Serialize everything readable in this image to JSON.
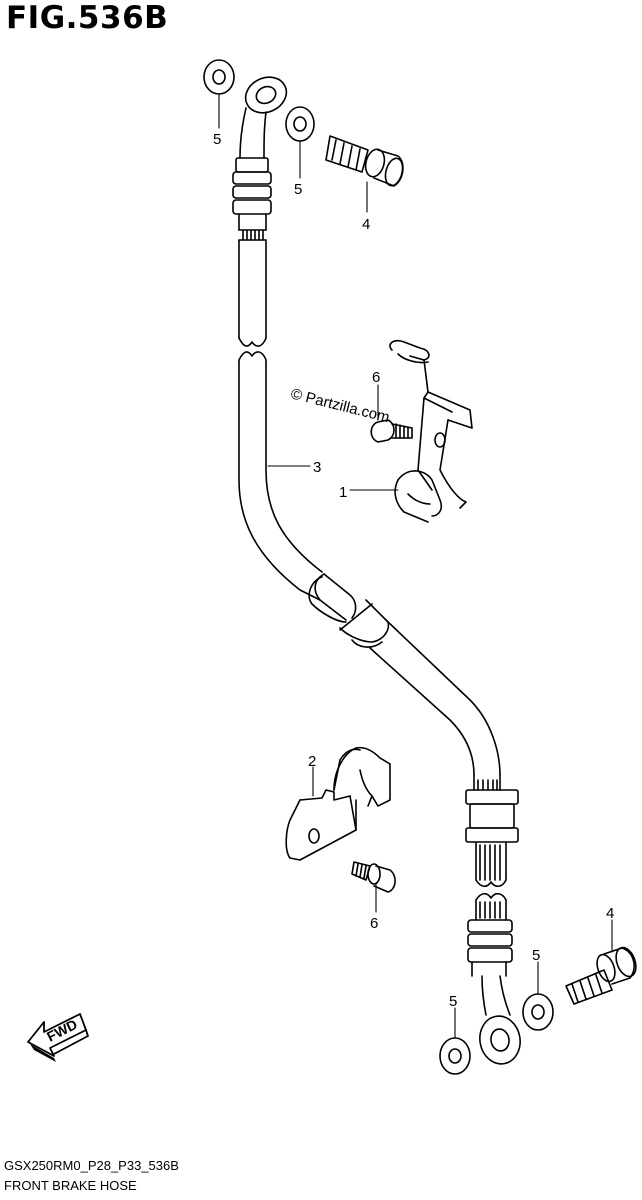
{
  "figure": {
    "title": "FIG.536B",
    "watermark": "© Partzilla.com",
    "direction_label": "FWD"
  },
  "callouts": {
    "clamp_bracket": "1",
    "hose_clamp": "2",
    "brake_hose": "3",
    "union_bolt_top": "4",
    "union_bolt_bottom": "4",
    "washer_top_left": "5",
    "washer_top_right": "5",
    "washer_bottom_left": "5",
    "washer_bottom_right": "5",
    "bolt_upper": "6",
    "bolt_lower": "6"
  },
  "footer": {
    "code": "GSX250RM0_P28_P33_536B",
    "name": "FRONT BRAKE HOSE"
  }
}
